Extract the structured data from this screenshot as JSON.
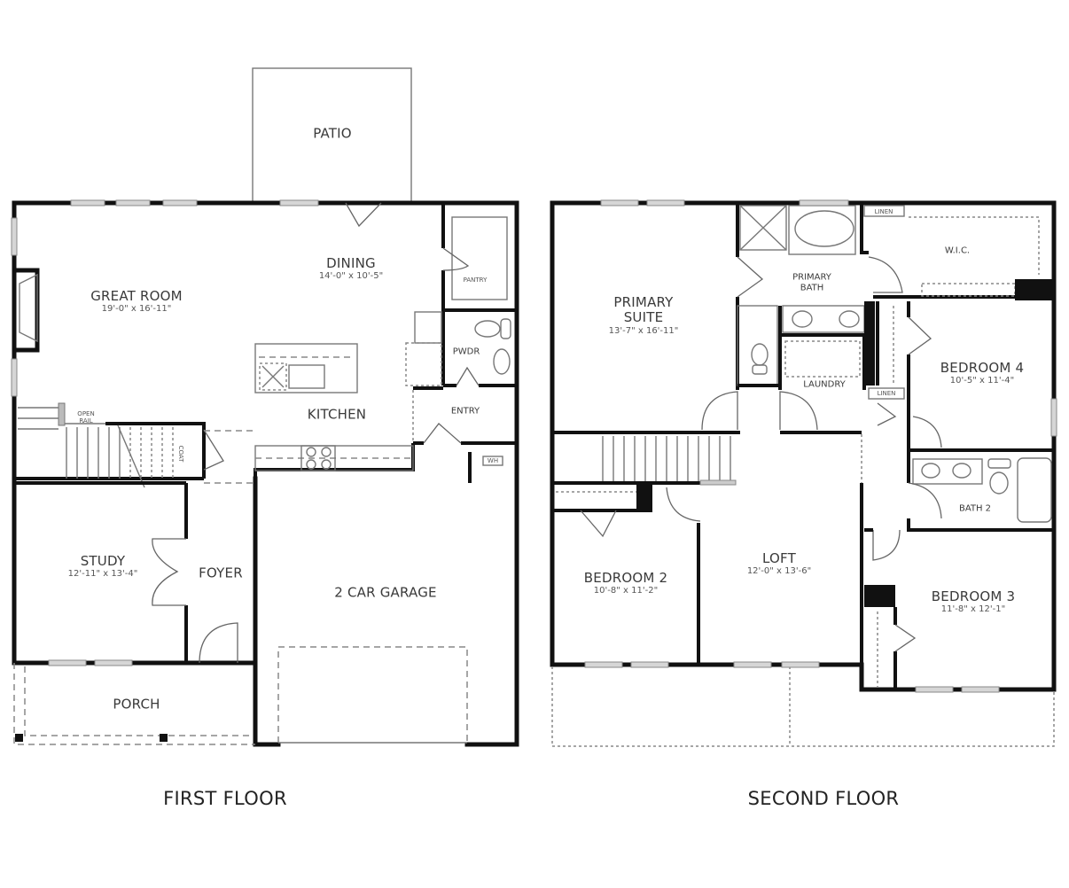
{
  "floors": {
    "first": {
      "title": "FIRST FLOOR",
      "rooms": {
        "patio": {
          "name": "PATIO"
        },
        "great_room": {
          "name": "GREAT ROOM",
          "dim": "19'-0\" x 16'-11\""
        },
        "dining": {
          "name": "DINING",
          "dim": "14'-0\" x 10'-5\""
        },
        "pantry": {
          "name": "PANTRY"
        },
        "pwdr": {
          "name": "PWDR"
        },
        "kitchen": {
          "name": "KITCHEN"
        },
        "entry": {
          "name": "ENTRY"
        },
        "open_rail": {
          "name": "OPEN\nRAIL"
        },
        "open_rail_line1": "OPEN",
        "open_rail_line2": "RAIL",
        "coat": {
          "name": "COAT"
        },
        "wh": {
          "name": "WH"
        },
        "study": {
          "name": "STUDY",
          "dim": "12'-11\" x 13'-4\""
        },
        "foyer": {
          "name": "FOYER"
        },
        "garage": {
          "name": "2 CAR GARAGE"
        },
        "porch": {
          "name": "PORCH"
        }
      }
    },
    "second": {
      "title": "SECOND FLOOR",
      "rooms": {
        "primary_suite_line1": "PRIMARY",
        "primary_suite_line2": "SUITE",
        "primary_suite_dim": "13'-7\" x 16'-11\"",
        "primary_bath_line1": "PRIMARY",
        "primary_bath_line2": "BATH",
        "wic": {
          "name": "W.I.C."
        },
        "linen_1": {
          "name": "LINEN"
        },
        "linen_2": {
          "name": "LINEN"
        },
        "laundry": {
          "name": "LAUNDRY"
        },
        "bedroom4": {
          "name": "BEDROOM 4",
          "dim": "10'-5\" x 11'-4\""
        },
        "bath2": {
          "name": "BATH 2"
        },
        "bedroom2": {
          "name": "BEDROOM 2",
          "dim": "10'-8\" x 11'-2\""
        },
        "loft": {
          "name": "LOFT",
          "dim": "12'-0\" x 13'-6\""
        },
        "bedroom3": {
          "name": "BEDROOM 3",
          "dim": "11'-8\" x 12'-1\""
        }
      }
    }
  },
  "colors": {
    "wall": "#111111",
    "fixture": "#777777",
    "window": "#d6d6d6",
    "text": "#3a3a3a",
    "background": "#ffffff"
  }
}
